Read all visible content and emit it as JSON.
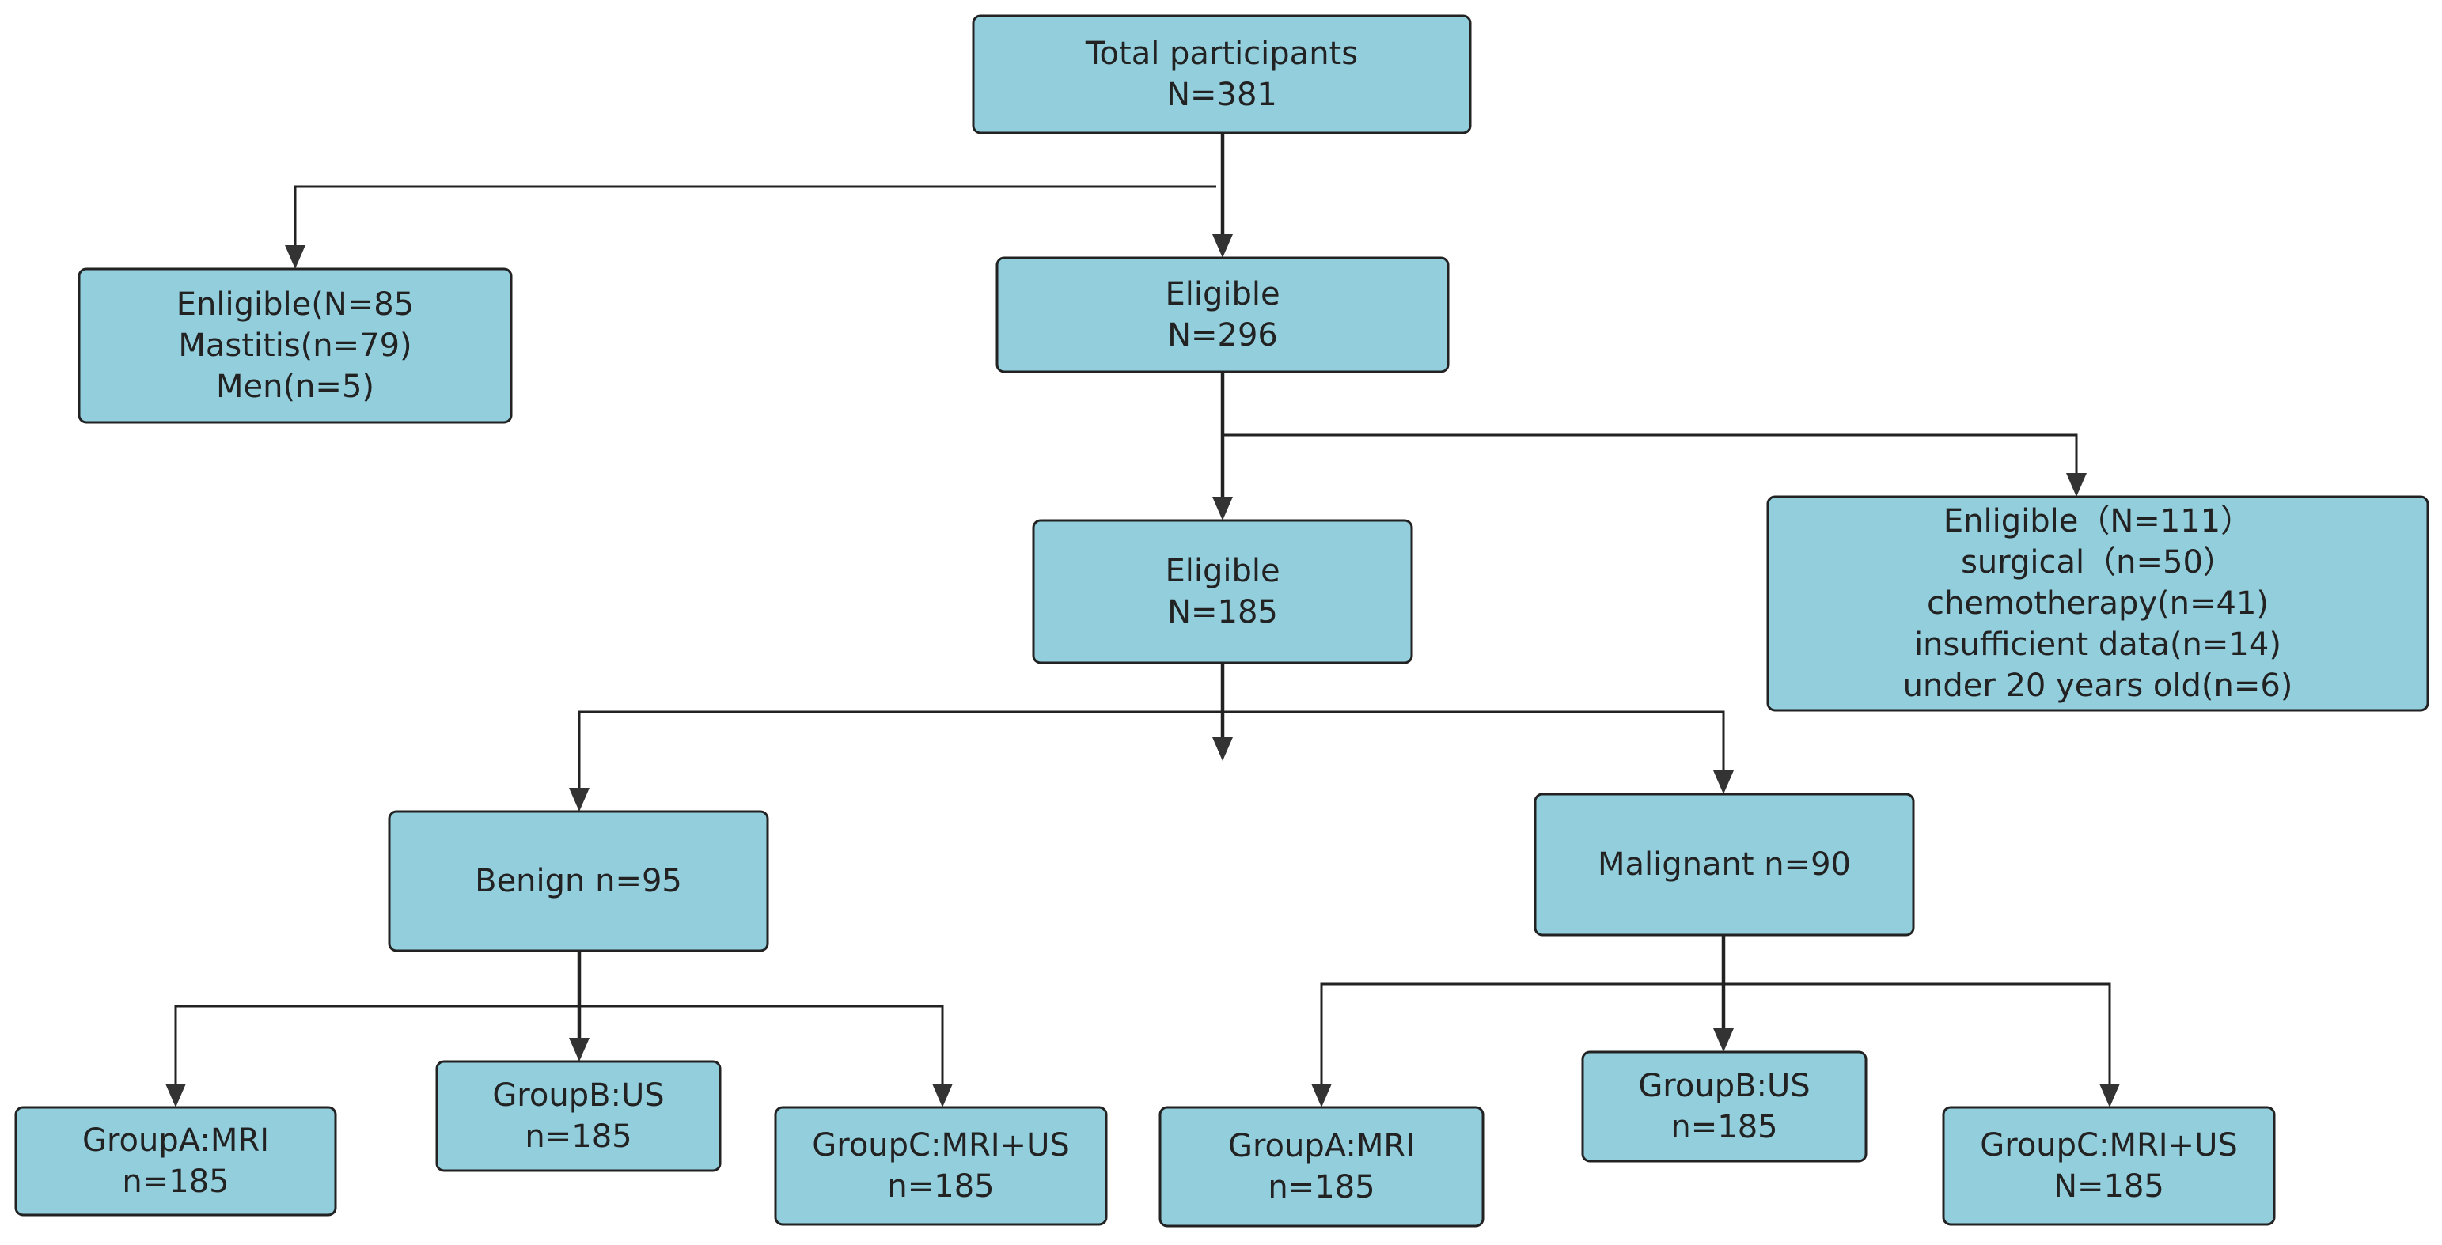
{
  "colors": {
    "box_fill": "#93cedd",
    "box_border": "#222222",
    "line": "#222222"
  },
  "nodes": {
    "total": {
      "lines": [
        "Total participants",
        "N=381"
      ]
    },
    "excluded1": {
      "lines": [
        "Enligible(N=85",
        "Mastitis(n=79)",
        "Men(n=5)"
      ]
    },
    "eligible1": {
      "lines": [
        "Eligible",
        "N=296"
      ]
    },
    "excluded2": {
      "lines": [
        "Enligible（N=111）",
        "surgical（n=50）",
        "chemotherapy(n=41)",
        "insufficient data(n=14)",
        "under 20 years old(n=6)"
      ]
    },
    "eligible2": {
      "lines": [
        "Eligible",
        "N=185"
      ]
    },
    "benign": {
      "lines": [
        "Benign n=95"
      ]
    },
    "malignant": {
      "lines": [
        "Malignant n=90"
      ]
    },
    "b_groupA": {
      "lines": [
        "GroupA:MRI",
        "n=185"
      ]
    },
    "b_groupB": {
      "lines": [
        "GroupB:US",
        "n=185"
      ]
    },
    "b_groupC": {
      "lines": [
        "GroupC:MRI+US",
        "n=185"
      ]
    },
    "m_groupA": {
      "lines": [
        "GroupA:MRI",
        "n=185"
      ]
    },
    "m_groupB": {
      "lines": [
        "GroupB:US",
        "n=185"
      ]
    },
    "m_groupC": {
      "lines": [
        "GroupC:MRI+US",
        "N=185"
      ]
    }
  }
}
